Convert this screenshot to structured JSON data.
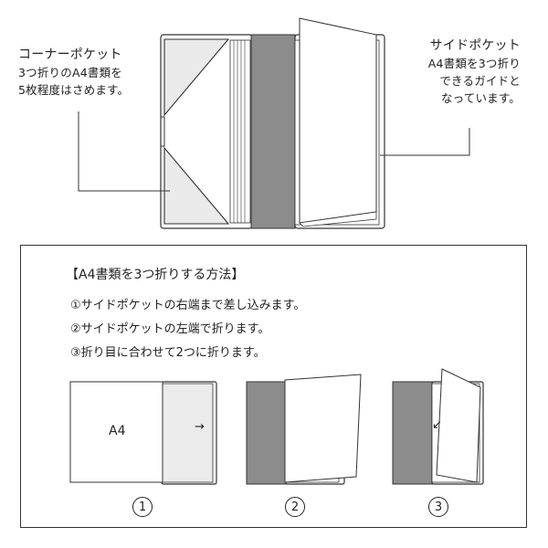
{
  "corner_pocket": {
    "title": "コーナーポケット",
    "line1": "3つ折りのA4書類を",
    "line2": "5枚程度はさめます。"
  },
  "side_pocket": {
    "title": "サイドポケット",
    "line1": "A4書類を3つ折り",
    "line2": "できるガイドと",
    "line3": "なっています。"
  },
  "instructions": {
    "title": "【A4書類を3つ折りする方法】",
    "steps": [
      "①サイドポケットの右端まで差し込みます。",
      "②サイドポケットの左端で折ります。",
      "③折り目に合わせて2つに折ります。"
    ]
  },
  "diagrams": {
    "a4_label": "A4",
    "arrow_right": "→",
    "arrow_diag": "↙",
    "numbers": [
      "1",
      "2",
      "3"
    ]
  },
  "colors": {
    "gray_band": "#8c8c8c",
    "light_fill": "#ebebeb",
    "line": "#333333"
  }
}
